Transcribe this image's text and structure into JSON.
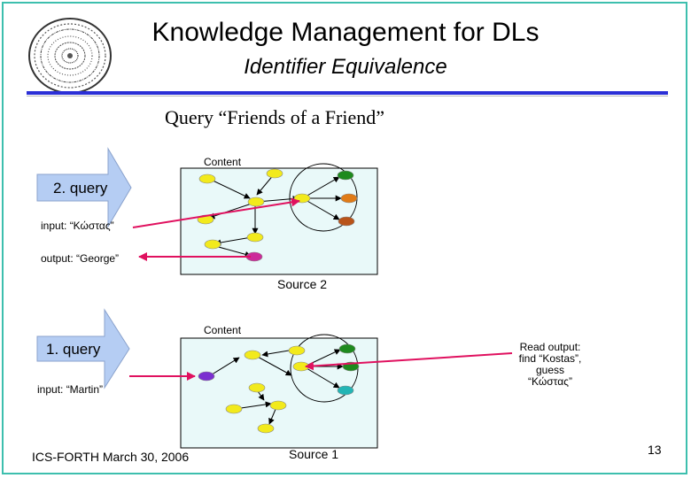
{
  "slide": {
    "title": "Knowledge Management for DLs",
    "subtitle": "Identifier Equivalence",
    "query_title": "Query “Friends of a Friend”",
    "footer_left": "ICS-FORTH  March 30, 2006",
    "page_number": "13"
  },
  "source2": {
    "content_label": "Content",
    "name": "Source 2",
    "query_label": "2. query",
    "input_label": "input: “Κώστας”",
    "output_label": "output: “George”"
  },
  "source1": {
    "content_label": "Content",
    "name": "Source 1",
    "query_label": "1. query",
    "input_label": "input: “Martin”",
    "read_output": [
      "Read output:",
      "find “Kostas”,",
      "guess",
      "“Κώστας”"
    ]
  },
  "colors": {
    "frame": "#3dbfae",
    "rule": "#2b2fd6",
    "panel": "#e9f9f9",
    "arrow_fill": "#b5cdf3",
    "query_line": "#e0115f",
    "node_yellow": "#f2ea1c",
    "node_green": "#1e8a1e",
    "node_orange": "#e07b17",
    "node_brown": "#b8541a",
    "node_purple": "#cc2a9a",
    "node_violet": "#7b2fd0",
    "node_teal": "#23b5b5"
  }
}
